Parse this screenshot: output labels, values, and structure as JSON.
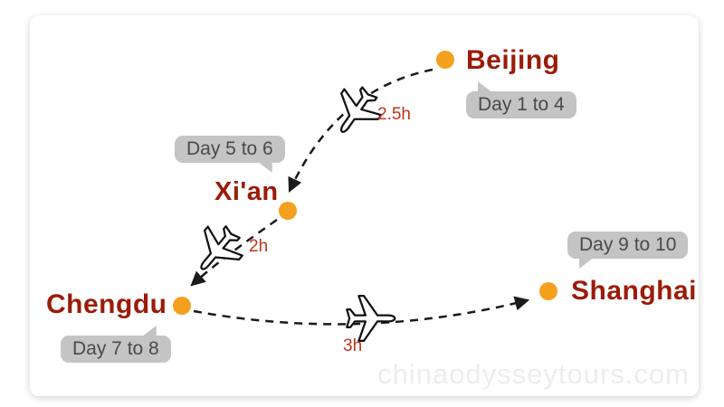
{
  "watermark": "chinaodysseytours.com",
  "colors": {
    "city_name": "#9B1B08",
    "city_dot": "#F5A01E",
    "flight_duration": "#C0331A",
    "badge_background": "#C4C4C4",
    "badge_text": "#4A4A4A",
    "route_line": "#1A1A1A"
  },
  "icons": {
    "plane": "airplane-icon",
    "dot": "city-dot-icon",
    "arrow": "route-arrowhead-icon"
  },
  "cities": [
    {
      "name": "Beijing",
      "days": "Day 1 to 4"
    },
    {
      "name": "Xi'an",
      "days": "Day 5 to 6"
    },
    {
      "name": "Chengdu",
      "days": "Day 7 to 8"
    },
    {
      "name": "Shanghai",
      "days": "Day 9 to 10"
    }
  ],
  "flights": [
    {
      "from": "Beijing",
      "to": "Xi'an",
      "duration": "2.5h"
    },
    {
      "from": "Xi'an",
      "to": "Chengdu",
      "duration": "2h"
    },
    {
      "from": "Chengdu",
      "to": "Shanghai",
      "duration": "3h"
    }
  ]
}
